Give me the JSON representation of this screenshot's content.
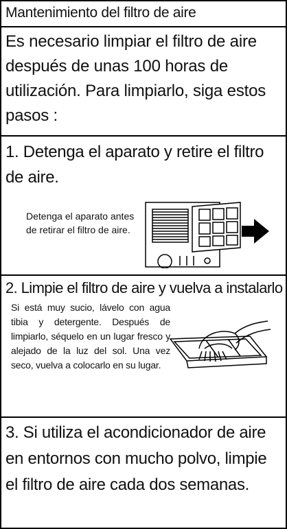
{
  "title": "Mantenimiento del filtro de aire",
  "intro": "Es necesario limpiar el filtro de aire después de unas 100 horas de utilización. Para limpiarlo, siga estos pasos :",
  "steps": [
    {
      "heading": "1. Detenga el aparato y retire el filtro de aire.",
      "note_line1": "Detenga el aparato antes",
      "note_line2": "de retirar el filtro de aire."
    },
    {
      "heading": "2. Limpie el filtro de aire y vuelva a instalarlo",
      "note": "Si está muy sucio, lávelo con agua tibia y detergente. Después de limpiarlo, séquelo en un lugar fresco y alejado de la luz del sol. Una vez seco, vuelva a colocarlo en su lugar."
    },
    {
      "heading": "3. Si utiliza el acondicionador de aire en entornos con mucho polvo, limpie el filtro de aire cada dos semanas."
    }
  ],
  "icons": {
    "step1_illustration": "air-conditioner-filter-removal-icon",
    "step2_illustration": "hand-washing-filter-icon"
  }
}
